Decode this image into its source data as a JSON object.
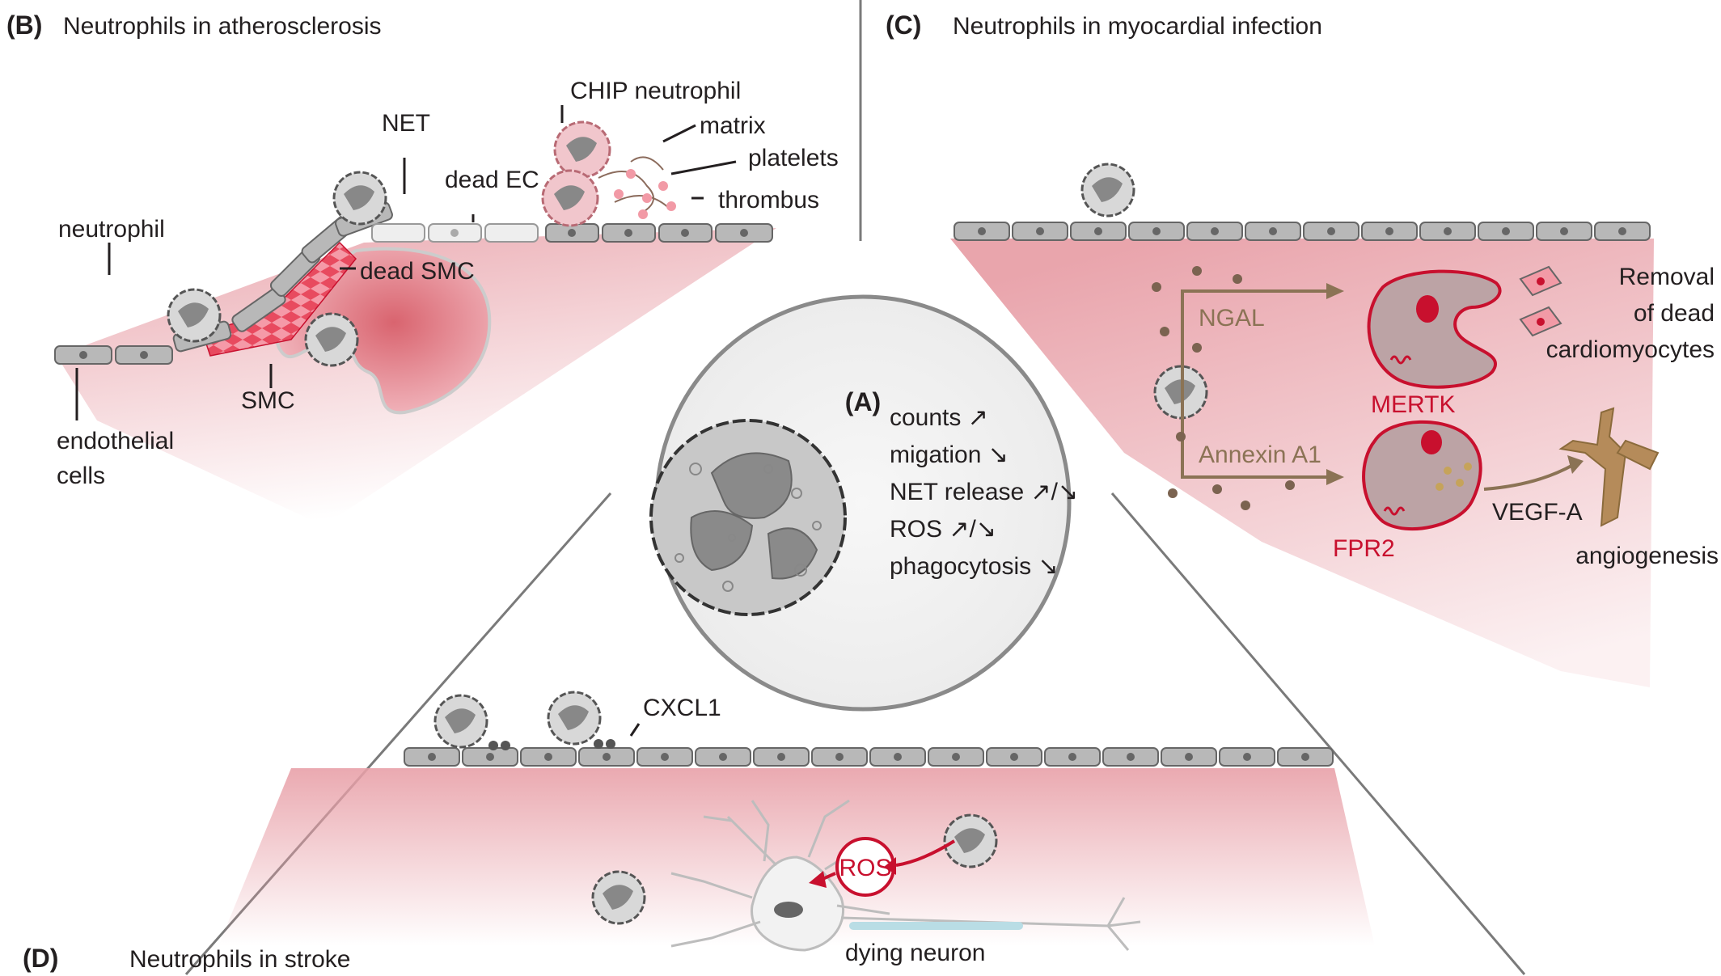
{
  "panels": {
    "a": {
      "letter": "(A)"
    },
    "b": {
      "letter": "(B)",
      "title": "Neutrophils in atherosclerosis"
    },
    "c": {
      "letter": "(C)",
      "title": "Neutrophils in myocardial infection"
    },
    "d": {
      "letter": "(D)",
      "title": "Neutrophils in stroke"
    }
  },
  "atherosclerosis": {
    "neutrophil": "neutrophil",
    "net": "NET",
    "dead_ec": "dead EC",
    "dead_smc": "dead SMC",
    "smc": "SMC",
    "endothelial_1": "endothelial",
    "endothelial_2": "cells",
    "chip_neutrophil": "CHIP neutrophil",
    "matrix": "matrix",
    "platelets": "platelets",
    "thrombus": "thrombus"
  },
  "neutrophil_features": [
    {
      "label": "counts",
      "trend": "↗"
    },
    {
      "label": "migation",
      "trend": "↘"
    },
    {
      "label": "NET release",
      "trend": "↗/↘"
    },
    {
      "label": "ROS",
      "trend": "↗/↘"
    },
    {
      "label": "phagocytosis",
      "trend": "↘"
    }
  ],
  "myocardial": {
    "ngal": "NGAL",
    "annexin": "Annexin A1",
    "mertk": "MERTK",
    "fpr2": "FPR2",
    "vegfa": "VEGF-A",
    "removal_1": "Removal",
    "removal_2": "of dead",
    "removal_3": "cardiomyocytes",
    "angiogenesis": "angiogenesis"
  },
  "stroke": {
    "cxcl1": "CXCL1",
    "ros": "ROS",
    "dying_neuron": "dying neuron"
  },
  "colors": {
    "inflammation": "#e8a0a8",
    "highlight_red": "#c8102e",
    "signal_brown": "#8b7355",
    "cell_grey": "#b8b8b8"
  }
}
